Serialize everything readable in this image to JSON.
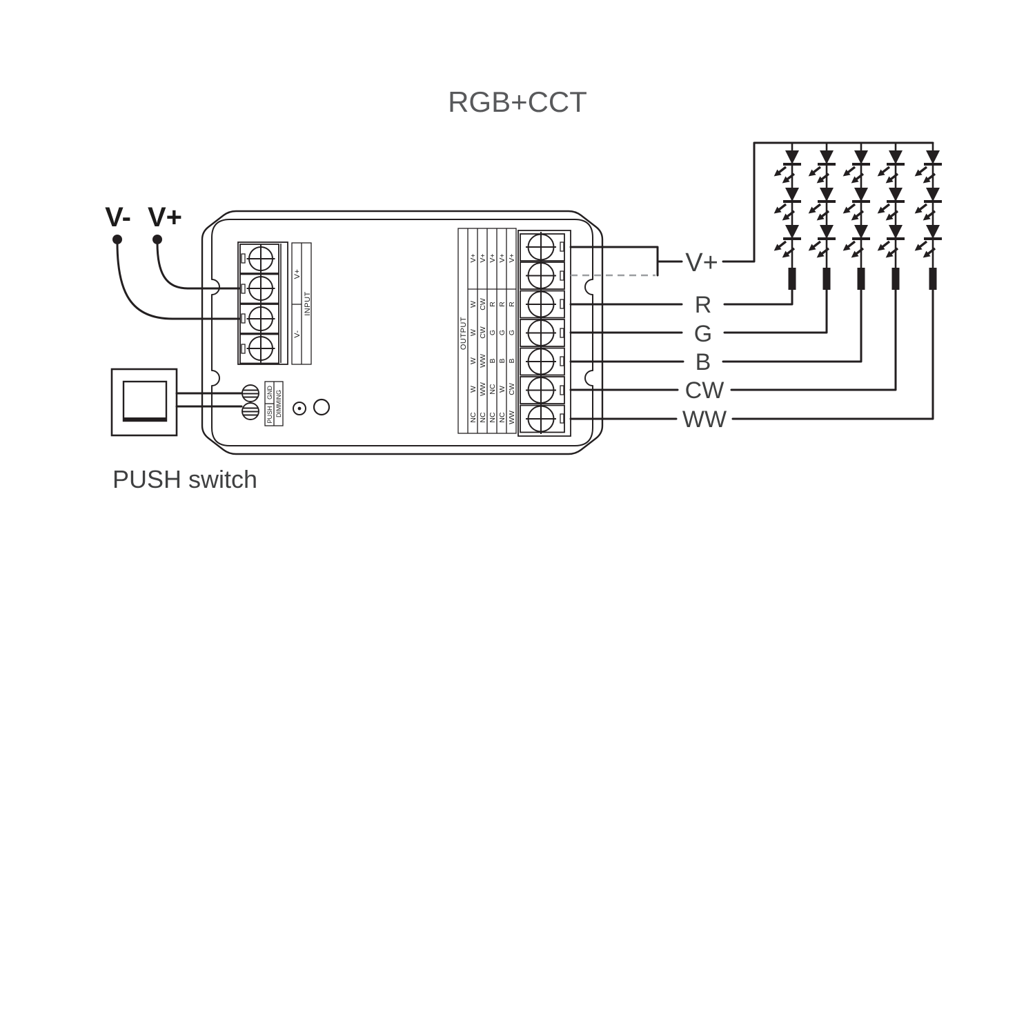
{
  "title": "RGB+CCT",
  "colors": {
    "line": "#231f20",
    "title_text": "#58595b",
    "label_text": "#3f4040",
    "dashed_wire": "#9b9da0",
    "background": "#ffffff"
  },
  "power_input": {
    "negative_label": "V-",
    "positive_label": "V+"
  },
  "push_switch": {
    "label": "PUSH switch"
  },
  "controller": {
    "input_panel": {
      "header": "INPUT",
      "positive": "V+",
      "negative": "V-"
    },
    "dimming_panel": {
      "header": "DIMMING",
      "gnd": "GND",
      "push": "PUSH"
    },
    "output_panel": {
      "header": "OUTPUT",
      "columns": [
        [
          "V+",
          "W",
          "W",
          "W",
          "W",
          "NC"
        ],
        [
          "V+",
          "CW",
          "CW",
          "WW",
          "WW",
          "NC"
        ],
        [
          "V+",
          "R",
          "G",
          "B",
          "NC",
          "NC"
        ],
        [
          "V+",
          "R",
          "G",
          "B",
          "W",
          "NC"
        ],
        [
          "V+",
          "R",
          "G",
          "B",
          "CW",
          "WW"
        ]
      ]
    },
    "input_terminal_count": 4,
    "output_terminal_count": 7
  },
  "output_wires": {
    "labels": [
      "V+",
      "R",
      "G",
      "B",
      "CW",
      "WW"
    ]
  },
  "led_array": {
    "strings": 5,
    "leds_per_string": 3
  }
}
